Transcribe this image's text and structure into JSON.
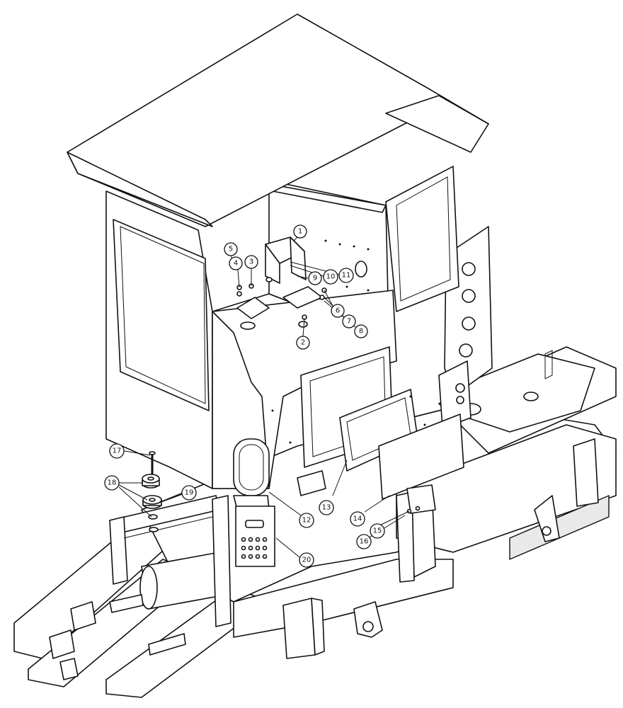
{
  "callouts": [
    {
      "id": "1",
      "label": "1"
    },
    {
      "id": "2",
      "label": "2"
    },
    {
      "id": "3",
      "label": "3"
    },
    {
      "id": "4",
      "label": "4"
    },
    {
      "id": "5",
      "label": "5"
    },
    {
      "id": "6",
      "label": "6"
    },
    {
      "id": "7",
      "label": "7"
    },
    {
      "id": "8",
      "label": "8"
    },
    {
      "id": "9",
      "label": "9"
    },
    {
      "id": "10",
      "label": "10"
    },
    {
      "id": "11",
      "label": "11"
    },
    {
      "id": "12",
      "label": "12"
    },
    {
      "id": "13",
      "label": "13"
    },
    {
      "id": "14",
      "label": "14"
    },
    {
      "id": "15",
      "label": "15"
    },
    {
      "id": "16",
      "label": "16"
    },
    {
      "id": "17",
      "label": "17"
    },
    {
      "id": "18",
      "label": "18"
    },
    {
      "id": "19",
      "label": "19"
    },
    {
      "id": "20",
      "label": "20"
    }
  ],
  "colors": {
    "line": "#111111",
    "background": "#ffffff",
    "shade": "#e9e9e9"
  }
}
